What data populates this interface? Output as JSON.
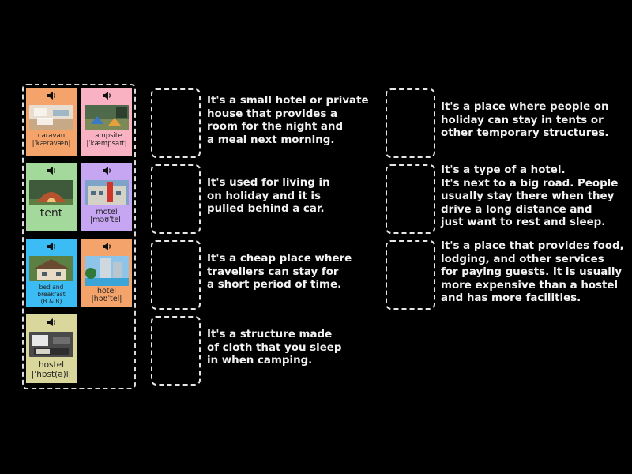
{
  "cards": [
    {
      "id": "caravan",
      "text": "caravan\n|ˈkærəvæn|",
      "color": "#f4a46a",
      "font": "8.5px"
    },
    {
      "id": "campsite",
      "text": "campsite\n|ˈkæmpsaɪt|",
      "color": "#f9b2c2",
      "font": "8.5px"
    },
    {
      "id": "tent",
      "text": "tent",
      "color": "#a3d99b",
      "font": "14px"
    },
    {
      "id": "motel",
      "text": "motel\n|məʊˈtel|",
      "color": "#c6a6f2",
      "font": "9.5px"
    },
    {
      "id": "bed-and-breakfast",
      "text": "bed and\nbreakfast\n(B & B)",
      "color": "#3cbcf4",
      "font": "7.5px"
    },
    {
      "id": "hotel",
      "text": "hotel\n|həʊˈtel|",
      "color": "#f4a46a",
      "font": "9.5px"
    },
    {
      "id": "hostel",
      "text": "hostel\n|ˈhɒst(ə)l|",
      "color": "#d9d79b",
      "font": "10.5px"
    }
  ],
  "descriptions": [
    {
      "id": "small-hotel",
      "text": "It's a small hotel or private\nhouse that provides a\nroom for the night and\na meal next morning."
    },
    {
      "id": "pulled-behind-car",
      "text": "It's used for living in\non holiday and it is\npulled behind a car."
    },
    {
      "id": "cheap-place",
      "text": "It's a cheap place where\ntravellers can stay for\na short period of time."
    },
    {
      "id": "cloth-structure",
      "text": "It's a structure made\nof cloth that you sleep\nin when camping."
    },
    {
      "id": "tents-place",
      "text": "It's a place where people on\nholiday can stay in tents or\nother temporary structures."
    },
    {
      "id": "next-to-road",
      "text": "It's a type of a hotel.\nIt's next to a big road. People\nusually stay there when they\ndrive a long distance and\njust want to rest and sleep."
    },
    {
      "id": "paying-guests",
      "text": "It's a place that provides food,\nlodging, and other services\nfor paying guests. It is usually\nmore expensive than a hostel\nand has more facilities."
    }
  ]
}
